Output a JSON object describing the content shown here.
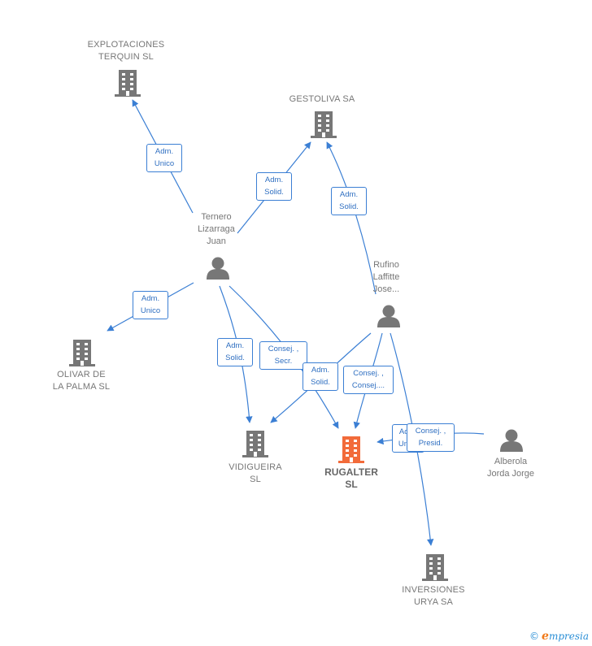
{
  "colors": {
    "edge": "#3b7fd4",
    "company_icon": "#777777",
    "focus_icon": "#f26b3a",
    "person_icon": "#777777",
    "label_text": "#777777"
  },
  "nodes": {
    "explotaciones": {
      "label_line1": "EXPLOTACIONES",
      "label_line2": "TERQUIN  SL",
      "icon": "building-icon"
    },
    "gestoliva": {
      "label_line1": "GESTOLIVA SA",
      "icon": "building-icon"
    },
    "ternero": {
      "label_line1": "Ternero",
      "label_line2": "Lizarraga",
      "label_line3": "Juan",
      "icon": "person-icon"
    },
    "rufino": {
      "label_line1": "Rufino",
      "label_line2": "Laffitte",
      "label_line3": "Jose...",
      "icon": "person-icon"
    },
    "olivar": {
      "label_line1": "OLIVAR DE",
      "label_line2": "LA PALMA  SL",
      "icon": "building-icon"
    },
    "vidigueira": {
      "label_line1": "VIDIGUEIRA",
      "label_line2": "SL",
      "icon": "building-icon"
    },
    "rugalter": {
      "label_line1": "RUGALTER",
      "label_line2": "SL",
      "icon": "building-icon"
    },
    "alberola": {
      "label_line1": "Alberola",
      "label_line2": "Jorda Jorge",
      "icon": "person-icon"
    },
    "inversiones": {
      "label_line1": "INVERSIONES",
      "label_line2": "URYA SA",
      "icon": "building-icon"
    }
  },
  "edges": [
    {
      "id": "e1",
      "line1": "Adm.",
      "line2": "Unico"
    },
    {
      "id": "e2",
      "line1": "Adm.",
      "line2": "Solid."
    },
    {
      "id": "e3",
      "line1": "Adm.",
      "line2": "Solid."
    },
    {
      "id": "e4",
      "line1": "Adm.",
      "line2": "Unico"
    },
    {
      "id": "e5",
      "line1": "Adm.",
      "line2": "Solid."
    },
    {
      "id": "e6",
      "line1": "Consej. ,",
      "line2": "Secr."
    },
    {
      "id": "e7",
      "line1": "Adm.",
      "line2": "Solid."
    },
    {
      "id": "e8",
      "line1": "Consej. ,",
      "line2": "Consej...."
    },
    {
      "id": "e9",
      "line1": "Adm.",
      "line2": "Unico"
    },
    {
      "id": "e10",
      "line1": "Consej. ,",
      "line2": "Presid."
    }
  ],
  "brand": {
    "copyright": "©",
    "name_first": "e",
    "name_rest": "mpresia"
  }
}
